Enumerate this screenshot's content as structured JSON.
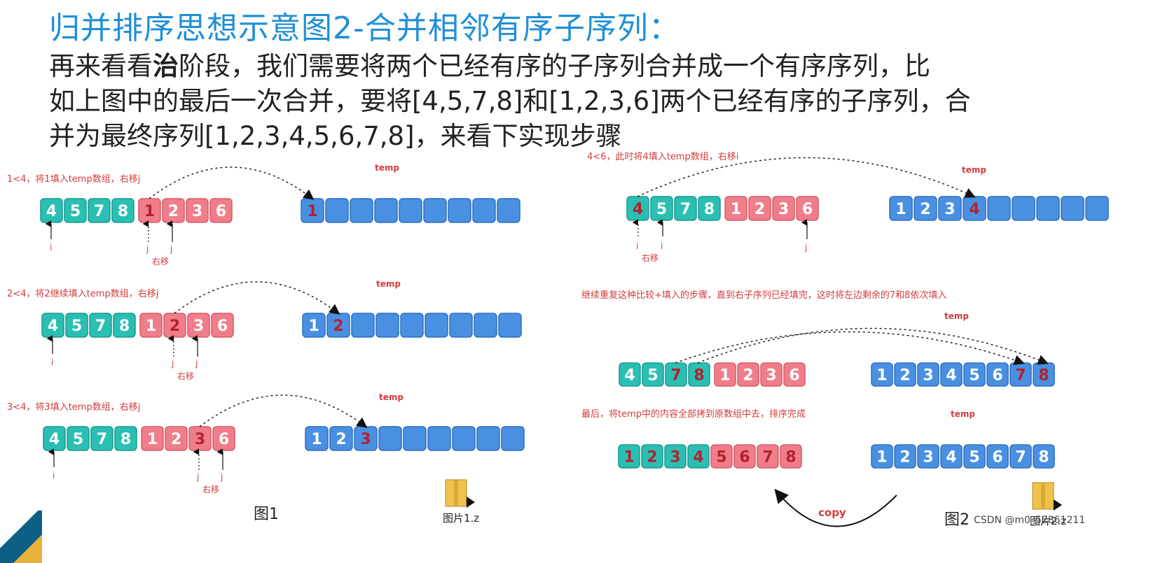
{
  "title": "归并排序思想示意图2-合并相邻有序子序列：",
  "paragraph": {
    "line1_a": "再来看看",
    "line1_b": "治",
    "line1_c": "阶段，我们需要将两个已经有序的子序列合并成一个有序序列，比",
    "line2": "如上图中的最后一次合并，要将[4,5,7,8]和[1,2,3,6]两个已经有序的子序列，合",
    "line3": "并为最终序列[1,2,3,4,5,6,7,8]，来看下实现步骤"
  },
  "colors": {
    "teal": "#2bbfb3",
    "teal_dark": "#1a9a90",
    "pink": "#f07e8a",
    "pink_dark": "#d95a68",
    "blue": "#4a90e2",
    "blue_dark": "#2d6fc0",
    "red_text": "#d23c3c"
  },
  "temp_label": "temp",
  "right_shift": "右移",
  "pointer_i": "i",
  "pointer_j": "j",
  "panels": [
    {
      "note": "1<4，将1填入temp数组，右移j",
      "source": [
        "4",
        "5",
        "7",
        "8",
        "1",
        "2",
        "3",
        "6"
      ],
      "highlight": 4,
      "temp": [
        "1",
        "",
        "",
        "",
        "",
        "",
        "",
        "",
        ""
      ]
    },
    {
      "note": "2<4，将2继续填入temp数组，右移j",
      "source": [
        "4",
        "5",
        "7",
        "8",
        "1",
        "2",
        "3",
        "6"
      ],
      "highlight": 5,
      "temp": [
        "1",
        "2",
        "",
        "",
        "",
        "",
        "",
        "",
        ""
      ]
    },
    {
      "note": "3<4，将3填入temp数组，右移j",
      "source": [
        "4",
        "5",
        "7",
        "8",
        "1",
        "2",
        "3",
        "6"
      ],
      "highlight": 6,
      "temp": [
        "1",
        "2",
        "3",
        "",
        "",
        "",
        "",
        "",
        ""
      ]
    },
    {
      "note": "4<6，此时将4填入temp数组，右移i",
      "source": [
        "4",
        "5",
        "7",
        "8",
        "1",
        "2",
        "3",
        "6"
      ],
      "highlight": 0,
      "temp": [
        "1",
        "2",
        "3",
        "4",
        "",
        "",
        "",
        "",
        ""
      ]
    },
    {
      "note": "继续重复这种比较+填入的步骤，直到右子序列已经填完，这时将左边剩余的7和8依次填入",
      "source": [
        "4",
        "5",
        "7",
        "8",
        "1",
        "2",
        "3",
        "6"
      ],
      "temp": [
        "1",
        "2",
        "3",
        "4",
        "5",
        "6",
        "7",
        "8"
      ]
    },
    {
      "note": "最后，将temp中的内容全部拷到原数组中去，排序完成",
      "source": [
        "1",
        "2",
        "3",
        "4",
        "5",
        "6",
        "7",
        "8"
      ],
      "temp": [
        "1",
        "2",
        "3",
        "4",
        "5",
        "6",
        "7",
        "8"
      ]
    }
  ],
  "copy_label": "copy",
  "figure1_caption": "图1",
  "figure2_caption": "图2",
  "file1": "图片1.z",
  "file2": "图片2.z",
  "watermark": "CSDN @m0_52861211"
}
